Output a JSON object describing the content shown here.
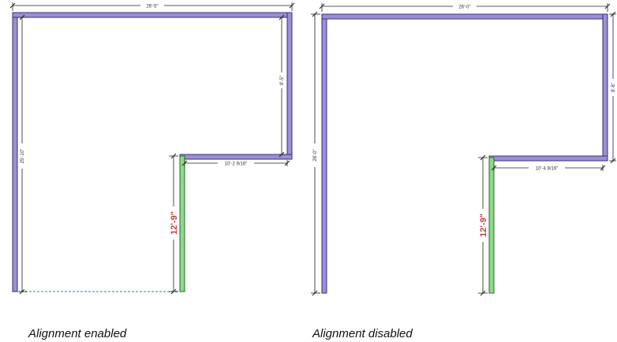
{
  "colors": {
    "wall_fill": "#9b8fd6",
    "wall_stroke": "#3a2f7a",
    "selected_wall_fill": "#8fd98a",
    "selected_wall_stroke": "#2a6a2a",
    "dim_line": "#222222",
    "highlight_dim": "#cc3a3a",
    "alignment_guide": "#8ec8d8"
  },
  "panels": {
    "enabled": {
      "caption": "Alignment enabled",
      "dims": {
        "top": "26'-5\"",
        "left": "25'-10\"",
        "right": "8'-5\"",
        "inner": "10'-2 9/16\"",
        "selected": "12'-9\""
      }
    },
    "disabled": {
      "caption": "Alignment disabled",
      "dims": {
        "top": "26'-0\"",
        "left": "26'-0\"",
        "right": "8'-8\"",
        "inner": "10'-4 9/16\"",
        "selected": "12'-9\""
      }
    }
  }
}
